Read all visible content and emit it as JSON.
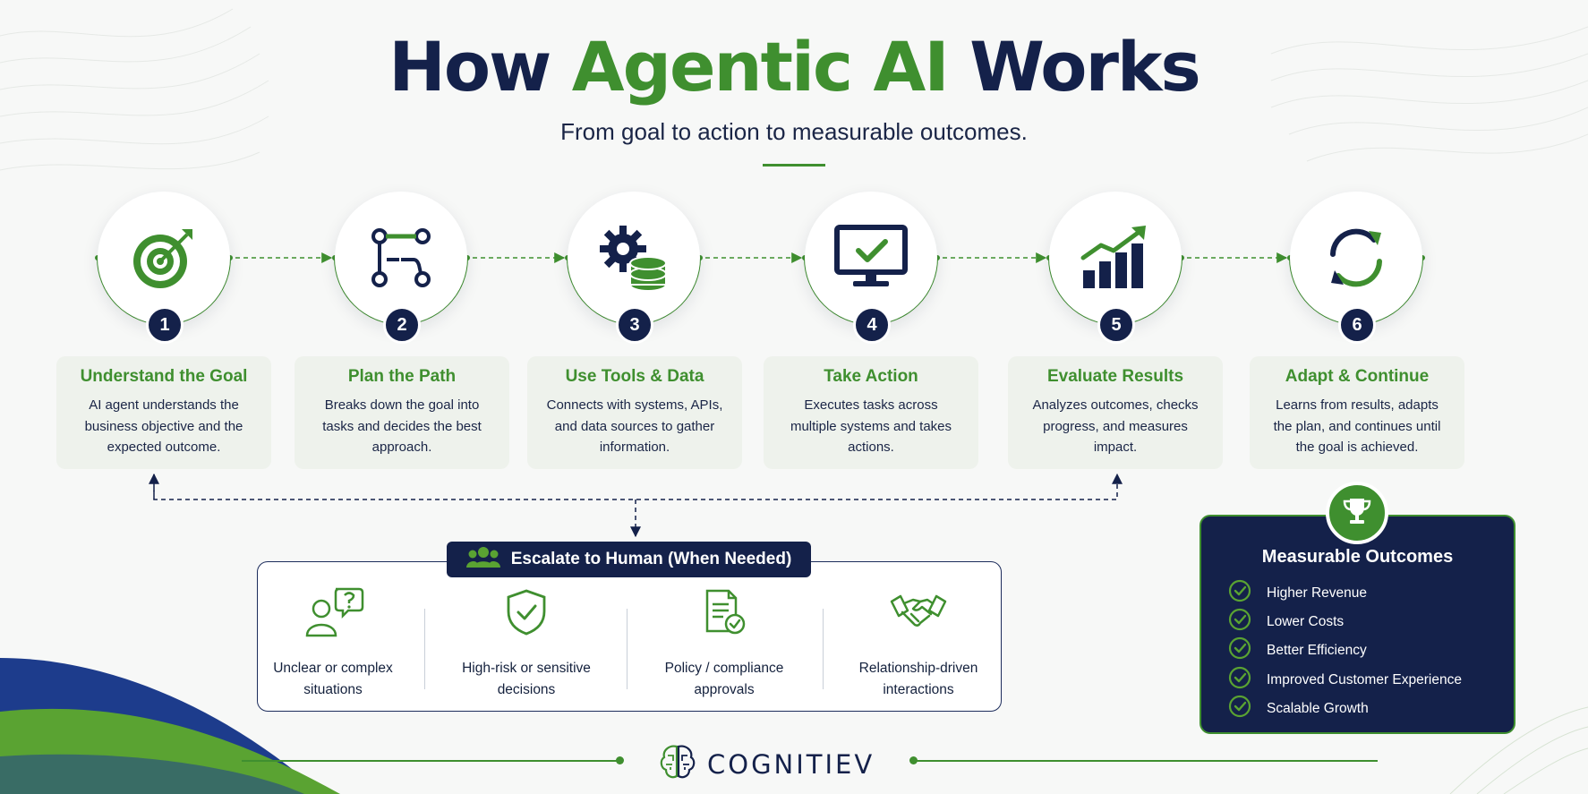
{
  "header": {
    "title_part1": "How",
    "title_part2": "Agentic AI",
    "title_part3": "Works",
    "subtitle": "From goal to action to measurable outcomes."
  },
  "steps": [
    {
      "number": "1",
      "title": "Understand the Goal",
      "description": "AI agent understands the business objective and the expected outcome.",
      "icon": "target-icon"
    },
    {
      "number": "2",
      "title": "Plan the Path",
      "description": "Breaks down the goal into tasks and decides the best approach.",
      "icon": "workflow-icon"
    },
    {
      "number": "3",
      "title": "Use Tools & Data",
      "description": "Connects with systems, APIs, and data sources to gather information.",
      "icon": "gear-database-icon"
    },
    {
      "number": "4",
      "title": "Take Action",
      "description": "Executes tasks across multiple systems and takes actions.",
      "icon": "monitor-check-icon"
    },
    {
      "number": "5",
      "title": "Evaluate Results",
      "description": "Analyzes outcomes, checks progress, and measures impact.",
      "icon": "growth-chart-icon"
    },
    {
      "number": "6",
      "title": "Adapt & Continue",
      "description": "Learns from results, adapts the plan, and continues until the goal is achieved.",
      "icon": "refresh-cycle-icon"
    }
  ],
  "escalation": {
    "title": "Escalate to Human (When Needed)",
    "items": [
      {
        "label": "Unclear or complex situations",
        "icon": "person-question-icon"
      },
      {
        "label": "High-risk or sensitive decisions",
        "icon": "shield-check-icon"
      },
      {
        "label": "Policy / compliance approvals",
        "icon": "document-check-icon"
      },
      {
        "label": "Relationship-driven interactions",
        "icon": "handshake-icon"
      }
    ]
  },
  "outcomes": {
    "title": "Measurable Outcomes",
    "items": [
      "Higher Revenue",
      "Lower Costs",
      "Better Efficiency",
      "Improved Customer Experience",
      "Scalable Growth"
    ]
  },
  "brand": {
    "name": "COGNITIEV"
  },
  "colors": {
    "navy": "#14214a",
    "green": "#3f8f2f",
    "card": "#eef2ec",
    "background": "#f7f8f7"
  }
}
